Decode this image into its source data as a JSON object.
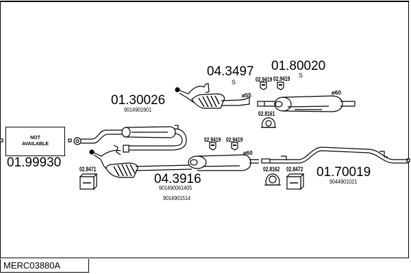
{
  "diagram": {
    "reference_code": "MERC03880A",
    "not_available": {
      "line1": "NOT",
      "line2": "AVAILABLE",
      "part_number": "01.99930"
    },
    "parts": [
      {
        "id": "front-pipe-upper",
        "number": "04.3497",
        "mark": "S",
        "diameter": "ø55"
      },
      {
        "id": "rear-silencer-upper",
        "number": "01.80020",
        "mark": "S",
        "diameter": "ø60"
      },
      {
        "id": "middle-silencer",
        "number": "01.30026",
        "oe": [
          "9014901901"
        ]
      },
      {
        "id": "front-assembly",
        "number": "04.3916",
        "oe": [
          "901490061405",
          "9014901514"
        ],
        "diameter": "ø60"
      },
      {
        "id": "tail-pipe",
        "number": "01.70019",
        "oe": [
          "9044901021"
        ]
      }
    ],
    "accessories": [
      {
        "id": "rubber-mount-1",
        "number": "02.9419"
      },
      {
        "id": "rubber-mount-2",
        "number": "02.9419"
      },
      {
        "id": "rubber-mount-3",
        "number": "02.9419"
      },
      {
        "id": "rubber-mount-4",
        "number": "02.9419"
      },
      {
        "id": "clamp-upper",
        "number": "02.8161"
      },
      {
        "id": "clamp-lower",
        "number": "02.8162"
      },
      {
        "id": "kit-box-left",
        "number": "02.8471"
      },
      {
        "id": "kit-box-right",
        "number": "02.8472"
      }
    ]
  }
}
